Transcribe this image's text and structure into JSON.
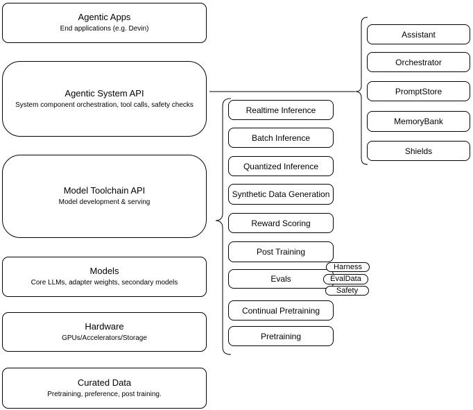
{
  "canvas": {
    "background": "#ffffff",
    "stroke": "#000000"
  },
  "left_stack": {
    "items": [
      {
        "title": "Agentic Apps",
        "subtitle": "End applications (e.g. Devin)"
      },
      {
        "title": "Agentic System API",
        "subtitle": "System component orchestration, tool calls, safety checks"
      },
      {
        "title": "Model Toolchain API",
        "subtitle": "Model development & serving"
      },
      {
        "title": "Models",
        "subtitle": "Core LLMs, adapter weights, secondary models"
      },
      {
        "title": "Hardware",
        "subtitle": "GPUs/Accelerators/Storage"
      },
      {
        "title": "Curated Data",
        "subtitle": "Pretraining, preference, post training."
      }
    ]
  },
  "toolchain_group": {
    "items": [
      "Realtime Inference",
      "Batch Inference",
      "Quantized Inference",
      "Synthetic Data Generation",
      "Reward Scoring",
      "Post Training",
      "Evals",
      "Continual Pretraining",
      "Pretraining"
    ],
    "eval_tags": [
      "Harness",
      "EvalData",
      "Safety"
    ]
  },
  "system_group": {
    "items": [
      "Assistant",
      "Orchestrator",
      "PromptStore",
      "MemoryBank",
      "Shields"
    ]
  }
}
